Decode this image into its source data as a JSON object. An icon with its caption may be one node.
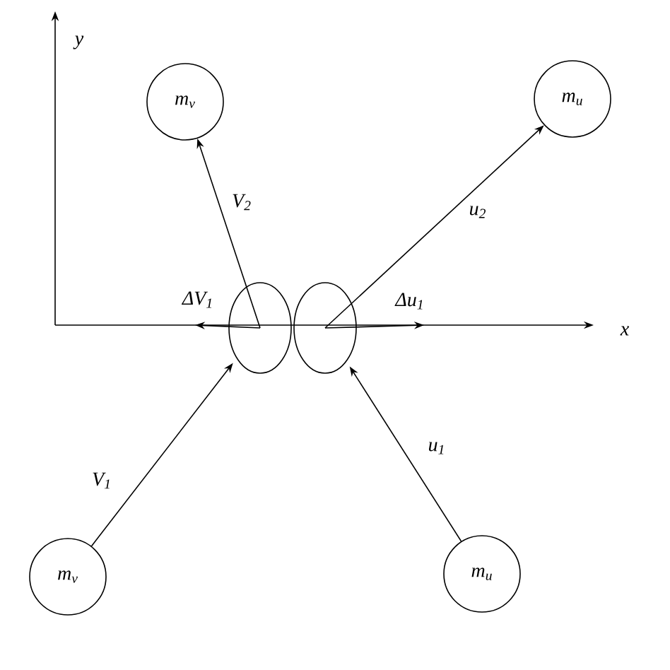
{
  "diagram": {
    "nodes": [
      {
        "text": [
          "m$_{v}$"
        ]
      },
      {
        "text": [
          "m$_{u}$"
        ]
      },
      {
        "text": [],
        "shape": "ellipse"
      },
      {
        "text": [],
        "shape": "ellipse"
      },
      {
        "text": [
          "m$_{v}$"
        ]
      },
      {
        "text": [
          "m$_{u}$"
        ]
      }
    ],
    "edges": [
      {
        "from": 2,
        "to": 0,
        "arrow": "to",
        "label": "V$_{2}$"
      },
      {
        "from": 3,
        "to": 1,
        "arrow": "to",
        "label": "u$_{2}$"
      },
      {
        "from": 2,
        "to": null,
        "arrow": "to",
        "label": "ΔV$_{1}$"
      },
      {
        "from": 3,
        "to": null,
        "arrow": "to",
        "label": "Δu$_{1}$"
      },
      {
        "from": 4,
        "to": 2,
        "arrow": "to",
        "label": "V$_{1}$"
      },
      {
        "from": 5,
        "to": 3,
        "arrow": "to",
        "label": "u$_{1}$"
      }
    ],
    "labels": [
      "y",
      "x"
    ]
  }
}
